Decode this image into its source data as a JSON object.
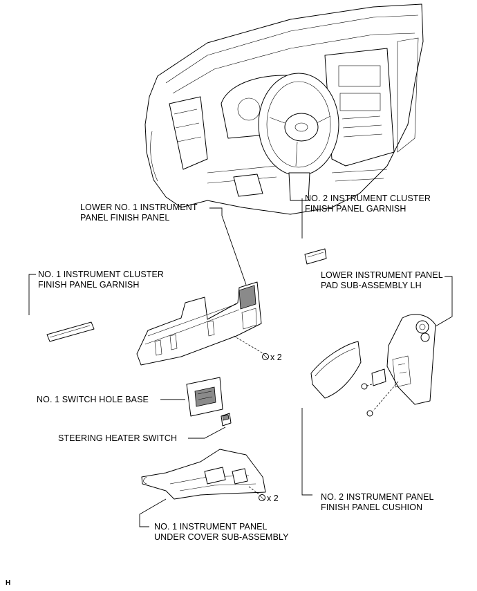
{
  "labels": {
    "lower_no1_finish_panel": [
      "LOWER NO. 1 INSTRUMENT",
      "PANEL FINISH PANEL"
    ],
    "no2_cluster_garnish": [
      "NO. 2 INSTRUMENT CLUSTER",
      "FINISH PANEL GARNISH"
    ],
    "no1_cluster_garnish": [
      "NO. 1 INSTRUMENT CLUSTER",
      "FINISH PANEL GARNISH"
    ],
    "lower_pad_lh": [
      "LOWER INSTRUMENT PANEL",
      "PAD SUB-ASSEMBLY LH"
    ],
    "no1_switch_hole_base": [
      "NO. 1 SWITCH HOLE BASE"
    ],
    "steering_heater_switch": [
      "STEERING HEATER SWITCH"
    ],
    "no1_under_cover": [
      "NO. 1 INSTRUMENT PANEL",
      "UNDER COVER SUB-ASSEMBLY"
    ],
    "no2_finish_cushion": [
      "NO. 2 INSTRUMENT PANEL",
      "FINISH PANEL CUSHION"
    ]
  },
  "quantities": {
    "finish_panel_screws": "x 2",
    "under_cover_screws": "x 2"
  },
  "footer_code": "H"
}
